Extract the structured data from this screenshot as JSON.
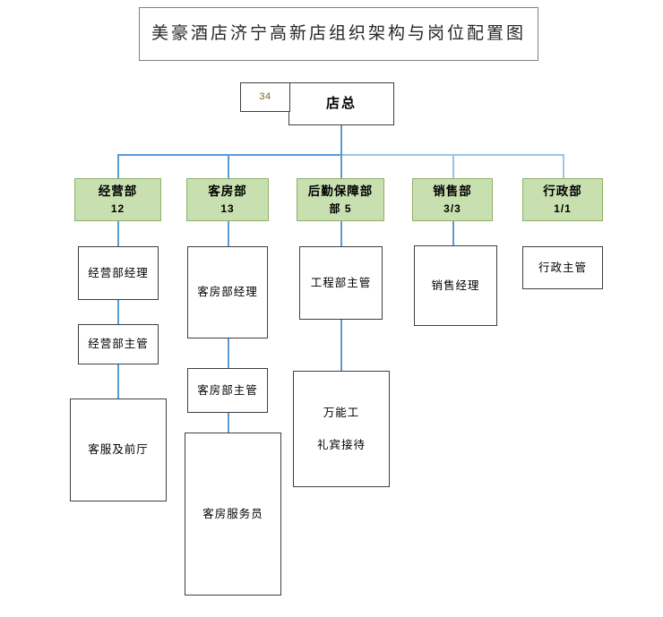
{
  "title": {
    "text": "美豪酒店济宁高新店组织架构与岗位配置图"
  },
  "root": {
    "headcount": "34",
    "label": "店总"
  },
  "departments": [
    {
      "name": "经营部",
      "count": "12"
    },
    {
      "name": "客房部",
      "count": "13"
    },
    {
      "name": "后勤保障部",
      "count": "部 5"
    },
    {
      "name": "销售部",
      "count": "3/3"
    },
    {
      "name": "行政部",
      "count": "1/1"
    }
  ],
  "roles": {
    "operations_manager": "经营部经理",
    "operations_supervisor": "经营部主管",
    "customer_service_front_office": "客服及前厅",
    "housekeeping_manager": "客房部经理",
    "housekeeping_supervisor": "客房部主管",
    "room_attendant": "客房服务员",
    "engineering_supervisor": "工程部主管",
    "handyman": "万能工",
    "concierge": "礼宾接待",
    "sales_manager": "销售经理",
    "admin_supervisor": "行政主管"
  },
  "colors": {
    "department_fill": "#c8e0b0",
    "department_border": "#8faf6a",
    "connector": "#5b9bd5",
    "connector_pale": "#9dc3e6",
    "box_border": "#3f3f3f",
    "title_border": "#7f7f7f"
  }
}
